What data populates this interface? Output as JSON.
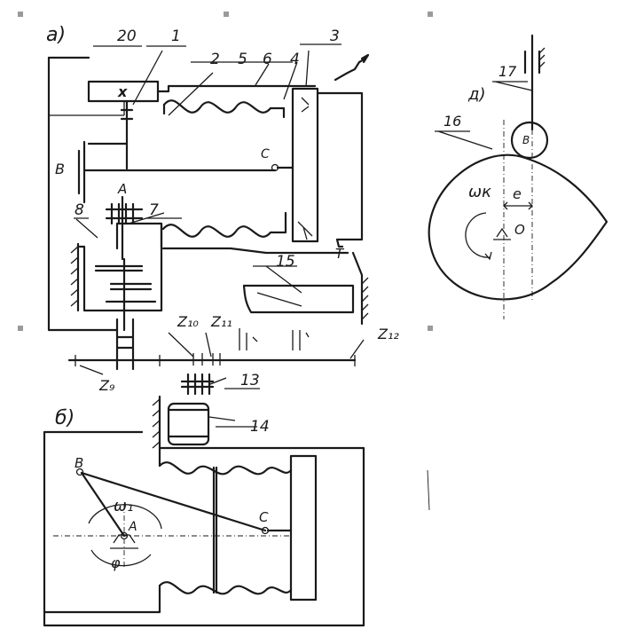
{
  "colors": {
    "ink": "#1a1a1a",
    "paper": "#ffffff",
    "handle": "#9a9a9a"
  },
  "panels": {
    "a": {
      "label": "а)"
    },
    "b": {
      "label": "б)"
    },
    "d": {
      "label": "д)"
    }
  },
  "part_numbers": {
    "n1": "1",
    "n2": "2",
    "n3": "3",
    "n4": "4",
    "n5": "5",
    "n6": "6",
    "n7": "7",
    "n8": "8",
    "n13": "13",
    "n14": "14",
    "n15": "15",
    "n16": "16",
    "n17": "17",
    "n20": "20"
  },
  "point_labels": {
    "A_top": "A",
    "B_top": "B",
    "C_top": "C",
    "T": "T",
    "x_box": "x",
    "B_bot": "B",
    "A_bot": "A",
    "C_bot": "C",
    "B_cam": "B",
    "O_cam": "O",
    "e_cam": "e"
  },
  "gear_labels": {
    "z9": "Z₉",
    "z10": "Z₁₀",
    "z11": "Z₁₁",
    "z12": "Z₁₂"
  },
  "symbols": {
    "omega_k": "ωк",
    "omega_1": "ω₁",
    "phi": "φ"
  }
}
